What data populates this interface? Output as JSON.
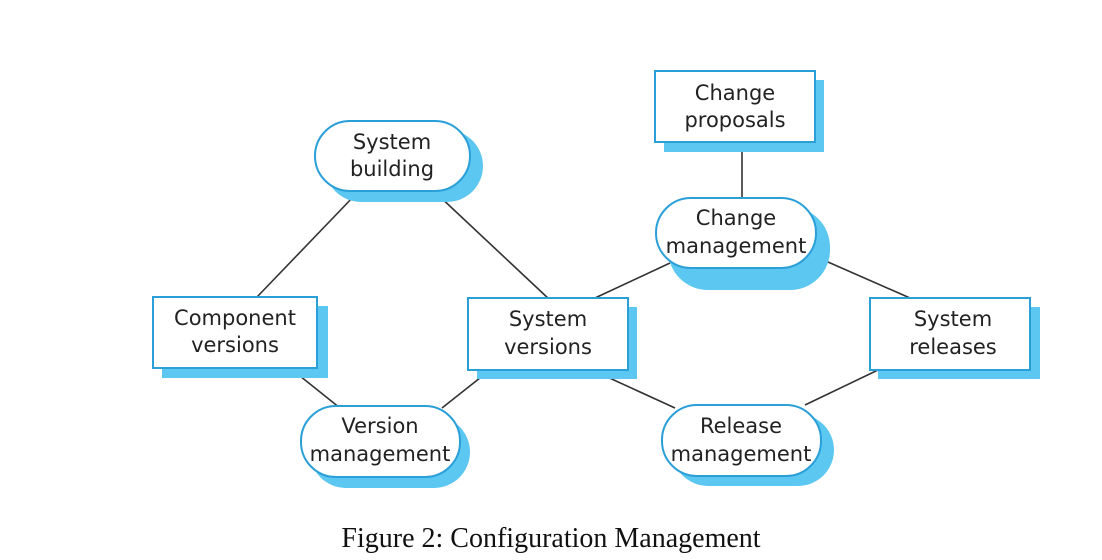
{
  "diagram": {
    "nodes": {
      "system_building": {
        "lines": [
          "System",
          "building"
        ]
      },
      "change_proposals": {
        "lines": [
          "Change",
          "proposals"
        ]
      },
      "change_management": {
        "lines": [
          "Change",
          "management"
        ]
      },
      "component_versions": {
        "lines": [
          "Component",
          "versions"
        ]
      },
      "system_versions": {
        "lines": [
          "System",
          "versions"
        ]
      },
      "system_releases": {
        "lines": [
          "System",
          "releases"
        ]
      },
      "version_management": {
        "lines": [
          "Version",
          "management"
        ]
      },
      "release_management": {
        "lines": [
          "Release",
          "management"
        ]
      }
    },
    "colors": {
      "border": "#2a9fd8",
      "shadow": "#5cc7f0",
      "line": "#333333"
    }
  },
  "caption": "Figure 2: Configuration Management"
}
